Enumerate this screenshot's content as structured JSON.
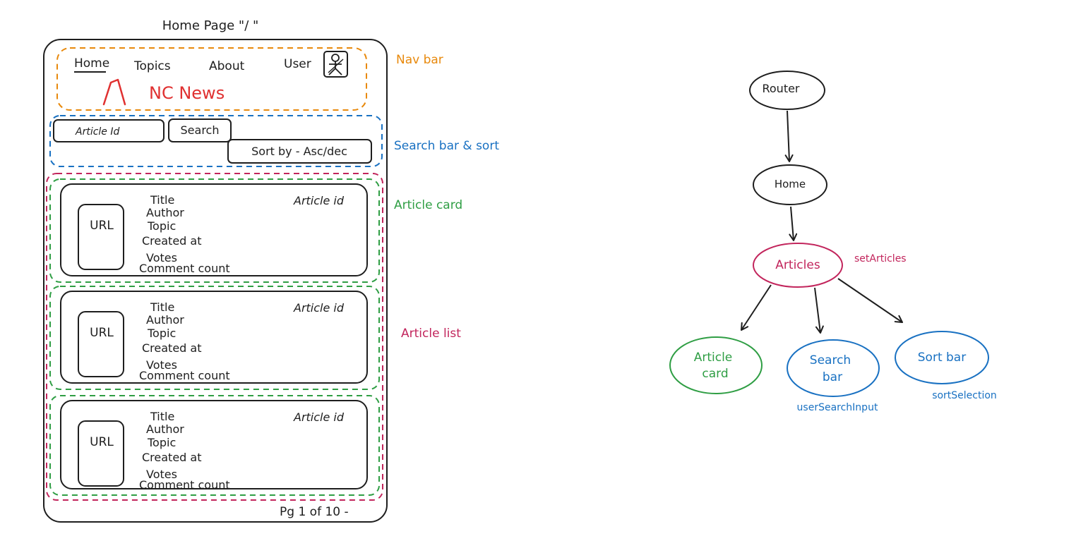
{
  "wireframe": {
    "page_title": "Home Page \"/ \"",
    "nav": {
      "items": [
        "Home",
        "Topics",
        "About",
        "User"
      ],
      "brand_logo": "ʌ",
      "brand_name": "NC News"
    },
    "search": {
      "input_placeholder": "Article Id",
      "search_button": "Search",
      "sort_button": "Sort by - Asc/dec"
    },
    "card_fields": {
      "url": "URL",
      "title": "Title",
      "author": "Author",
      "topic": "Topic",
      "created_at": "Created at",
      "votes": "Votes",
      "comment_count": "Comment count",
      "article_id": "Article id"
    },
    "pagination": "Pg 1 of 10 -"
  },
  "annotations": {
    "nav_bar": "Nav bar",
    "search_sort": "Search bar & sort",
    "article_card": "Article card",
    "article_list": "Article list"
  },
  "tree": {
    "router": "Router",
    "home": "Home",
    "articles": "Articles",
    "articles_state": "setArticles",
    "article_card_line1": "Article",
    "article_card_line2": "card",
    "search_bar_line1": "Search",
    "search_bar_line2": "bar",
    "search_state": "userSearchInput",
    "sort_bar": "Sort bar",
    "sort_state": "sortSelection"
  },
  "colors": {
    "ink": "#1e1e1e",
    "nav": "#e8890c",
    "search": "#1971c2",
    "card": "#2f9e44",
    "list": "#c2255c",
    "brand": "#e03131"
  }
}
